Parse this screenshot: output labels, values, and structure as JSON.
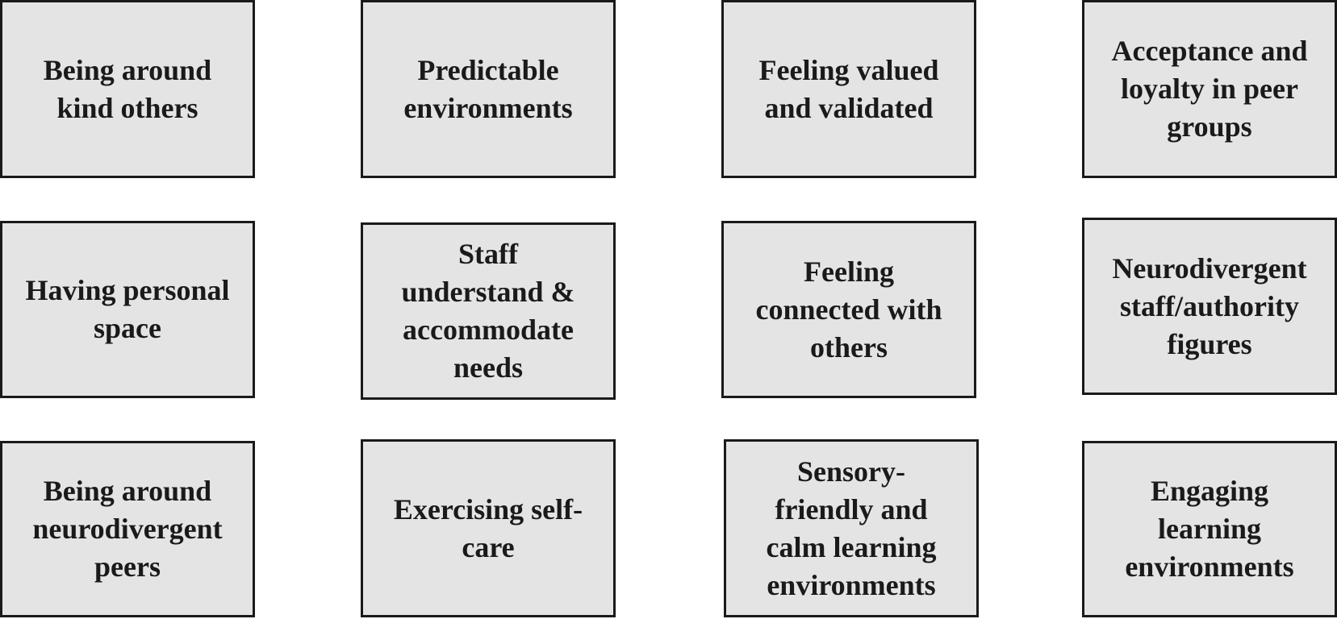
{
  "boxes": [
    {
      "id": "being-around-kind-others",
      "label": "Being around\nkind others"
    },
    {
      "id": "predictable-environments",
      "label": "Predictable\nenvironments"
    },
    {
      "id": "feeling-valued-and-validated",
      "label": "Feeling valued\nand validated"
    },
    {
      "id": "acceptance-and-loyalty",
      "label": "Acceptance and\nloyalty in peer\ngroups"
    },
    {
      "id": "having-personal-space",
      "label": "Having personal\nspace"
    },
    {
      "id": "staff-understand-accommodate",
      "label": "Staff\nunderstand &\naccommodate\nneeds"
    },
    {
      "id": "feeling-connected",
      "label": "Feeling\nconnected with\nothers"
    },
    {
      "id": "neurodivergent-staff",
      "label": "Neurodivergent\nstaff/authority\nfigures"
    },
    {
      "id": "being-around-neurodivergent-peers",
      "label": "Being around\nneurodivergent\npeers"
    },
    {
      "id": "exercising-self-care",
      "label": "Exercising self-\ncare"
    },
    {
      "id": "sensory-friendly",
      "label": "Sensory-\nfriendly and\ncalm learning\nenvironments"
    },
    {
      "id": "engaging-learning",
      "label": "Engaging\nlearning\nenvironments"
    }
  ],
  "colors": {
    "box_fill": "#e4e4e4",
    "box_border": "#1a1a1a",
    "text": "#1a1a1a"
  }
}
